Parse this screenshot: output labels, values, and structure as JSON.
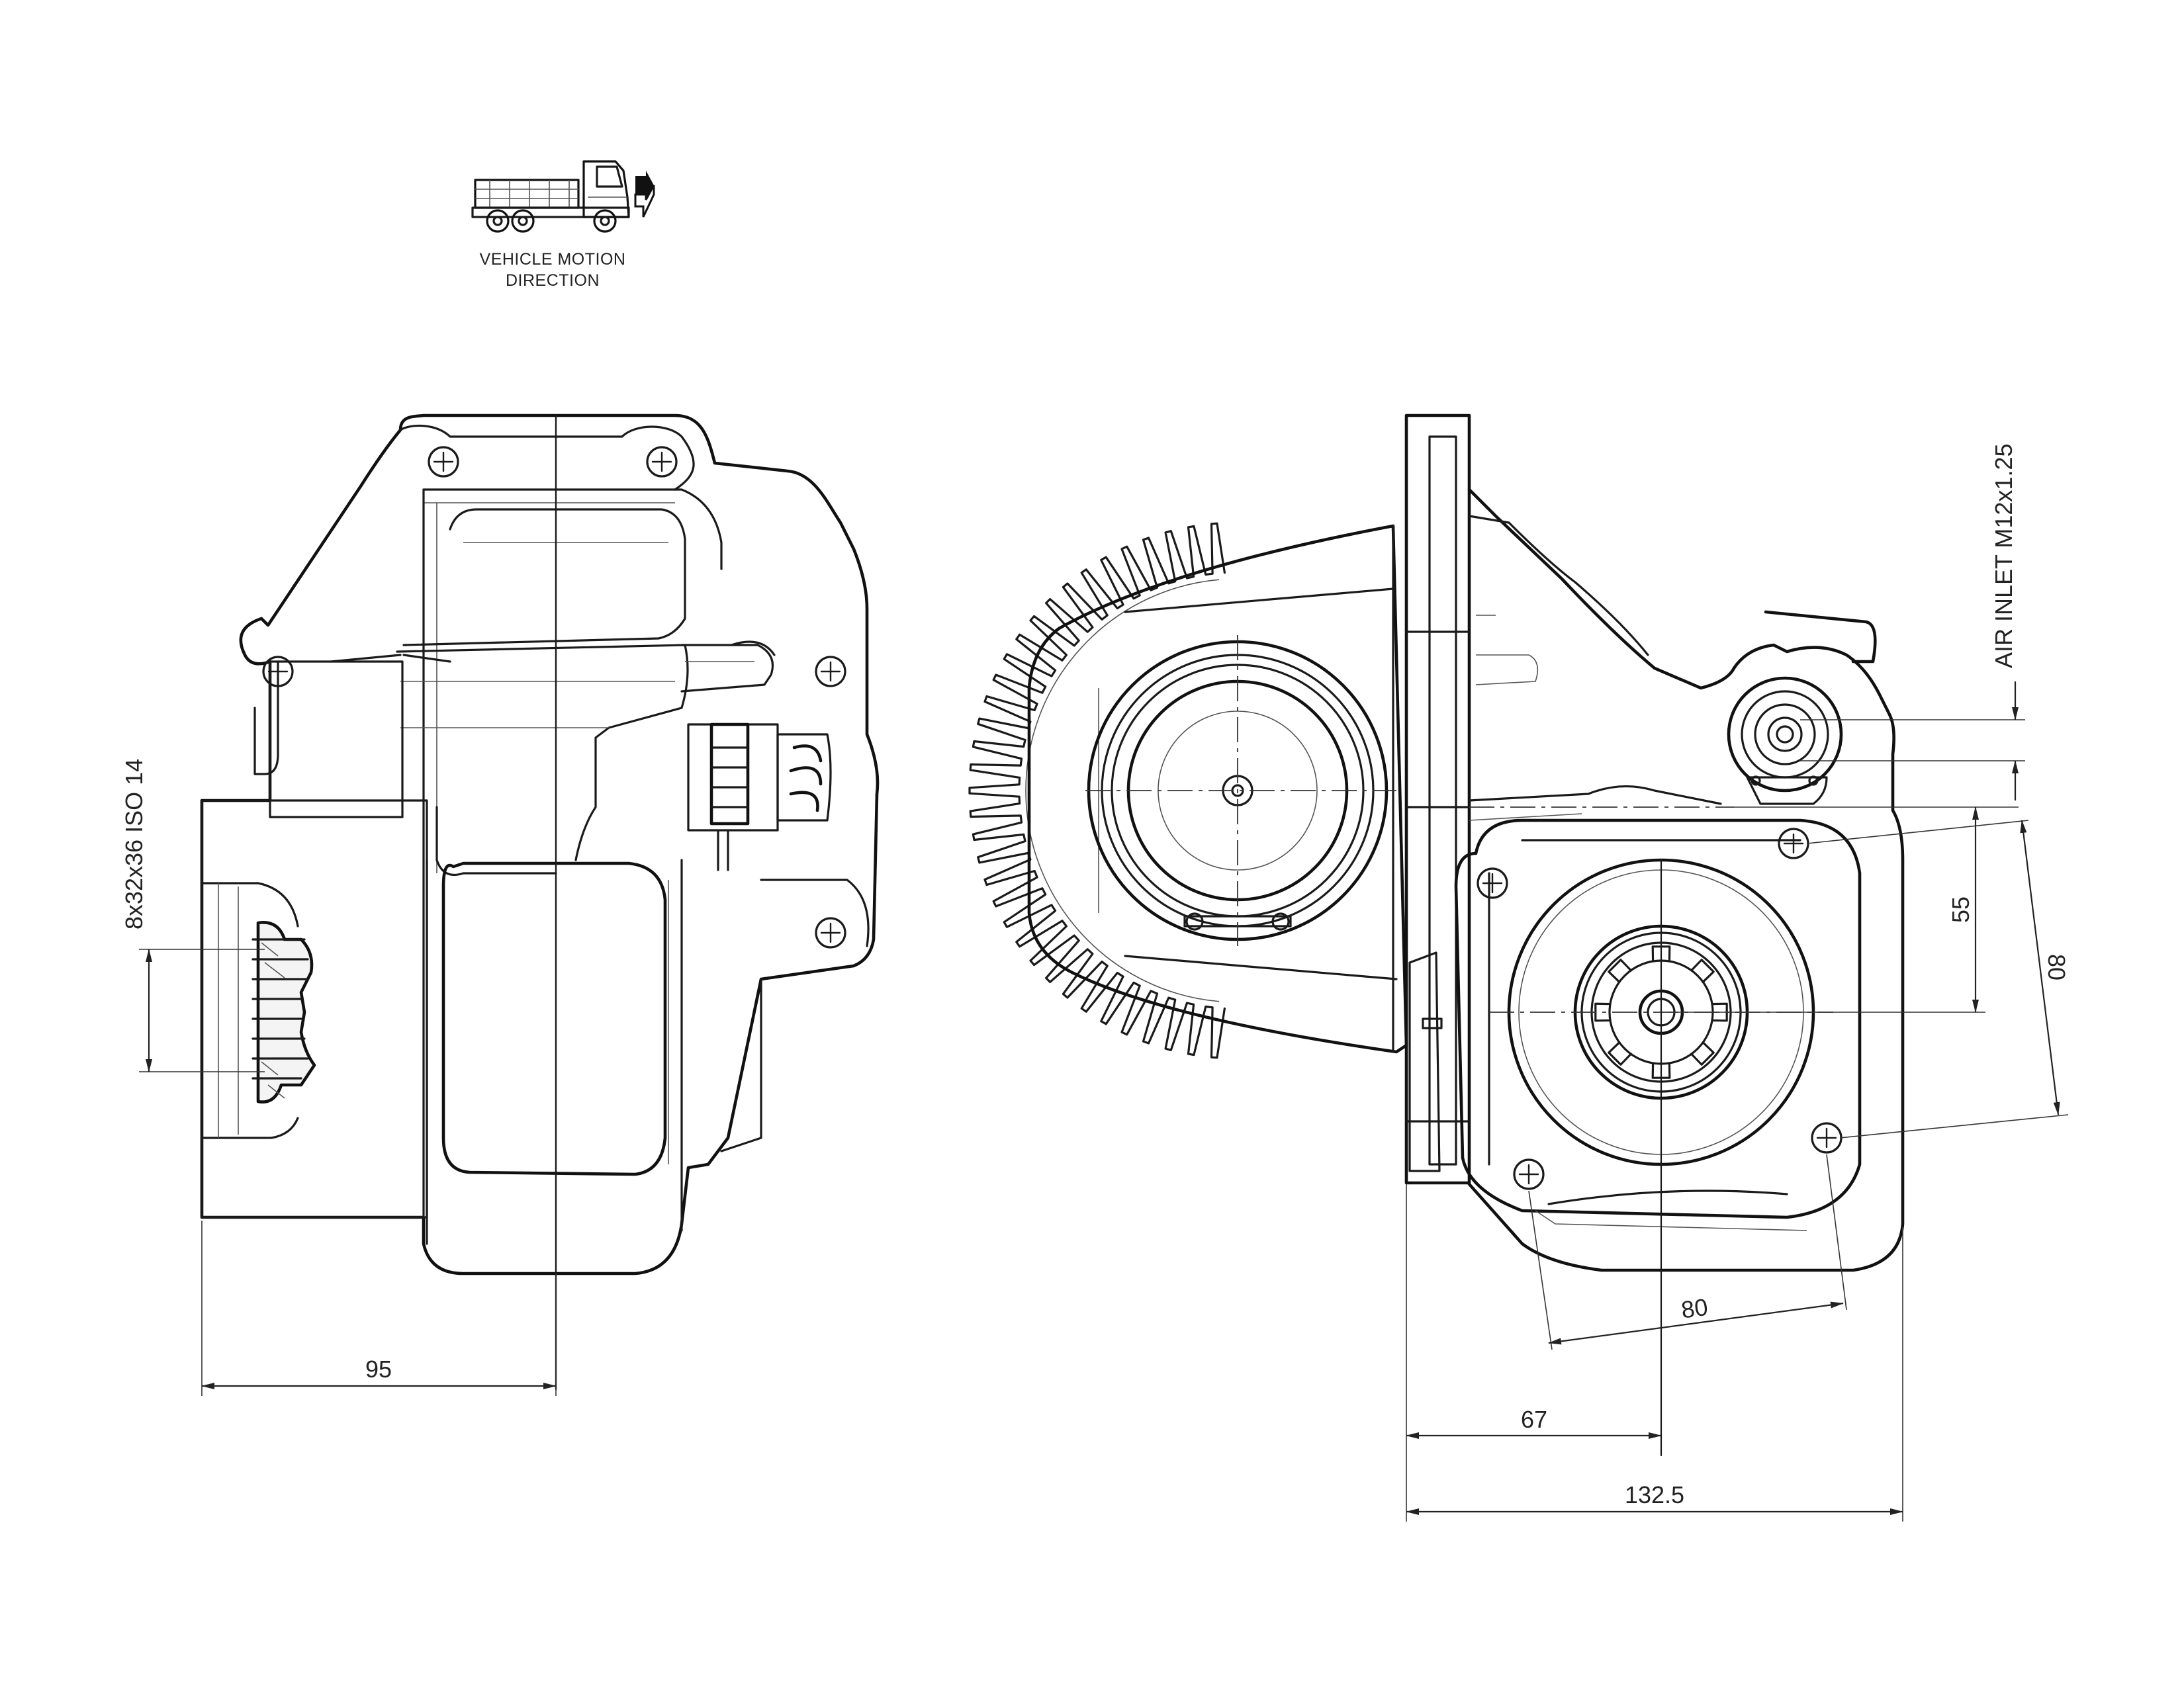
{
  "caption": {
    "line1": "VEHICLE MOTION",
    "line2": "DIRECTION"
  },
  "icons": {
    "vehicle": "dump-truck-icon",
    "direction": "forward-arrow-icon"
  },
  "dimensions": {
    "spline": "8x32x36 ISO 14",
    "side_width": "95",
    "air_inlet": "AIR INLET M12x1.25",
    "vertical_offset": "55",
    "bolt_diag": "80",
    "bolt_horiz": "80",
    "shaft_offset": "67",
    "overall_width": "132.5"
  }
}
